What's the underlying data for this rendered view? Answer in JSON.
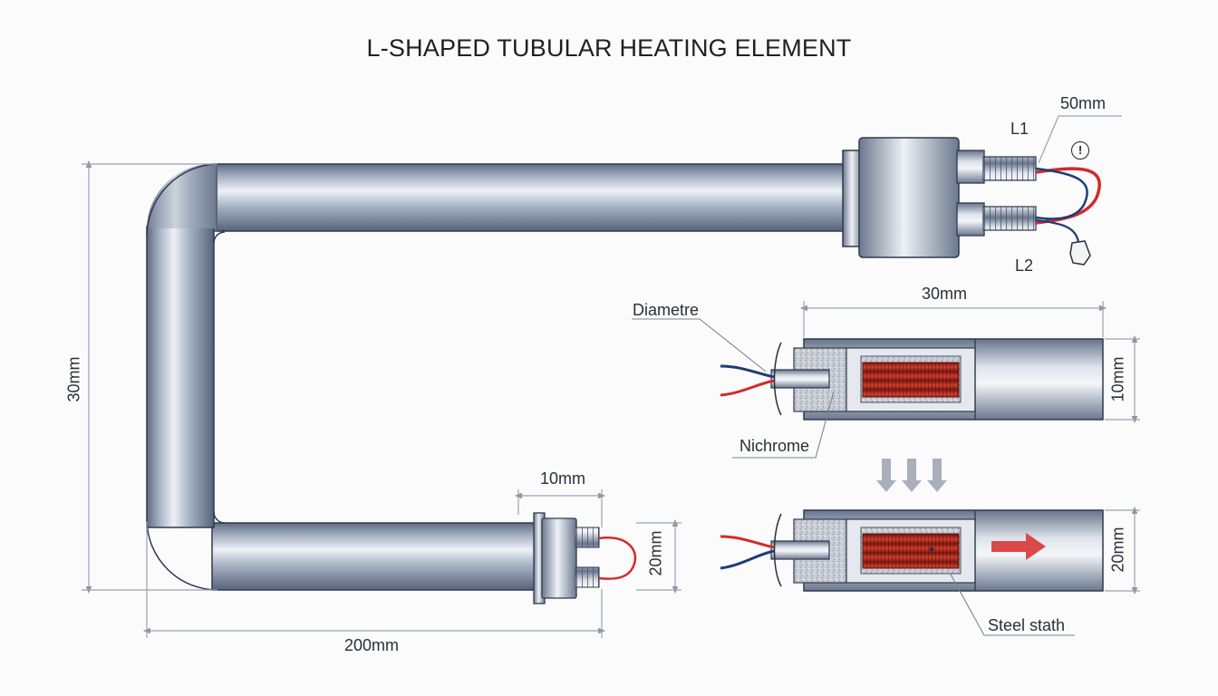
{
  "title": "L-SHAPED TUBULAR HEATING ELEMENT",
  "labels": {
    "l1": "L1",
    "l2": "L2",
    "diameter": "Diametre",
    "nichrome": "Nichrome",
    "steel_sheath": "Steel stath"
  },
  "dimensions": {
    "terminal_length": "50mm",
    "left_height": "30mm",
    "bottom_width": "200mm",
    "end_length": "10mm",
    "end_height": "20mm",
    "section_length": "30mm",
    "upper_section_height": "10mm",
    "lower_section_height": "20mm"
  },
  "icons": {
    "info": "!"
  },
  "colors": {
    "steel_dark": "#5d6b82",
    "steel_light": "#eef1f6",
    "wire_red": "#d42a2a",
    "wire_blue": "#1d3d78",
    "coil_red": "#b8281e",
    "dim_line": "#9aa2b0",
    "arrow_gray": "#a9b0bc",
    "arrow_red": "#d93636"
  }
}
